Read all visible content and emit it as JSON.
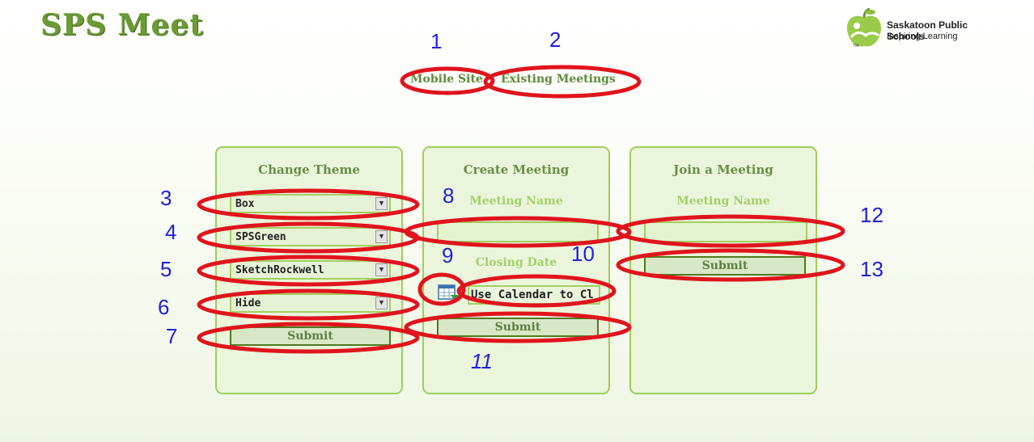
{
  "app_title": "SPS Meet",
  "logo": {
    "line1": "Saskatoon Public Schools",
    "line2": "Inspiring Learning",
    "trademark": "TM"
  },
  "nav": {
    "mobile": "Mobile Site",
    "existing": "Existing Meetings"
  },
  "theme_panel": {
    "heading": "Change Theme",
    "selects": [
      "Box",
      "SPSGreen",
      "SketchRockwell",
      "Hide"
    ],
    "submit": "Submit"
  },
  "create_panel": {
    "heading": "Create Meeting",
    "meeting_name_label": "Meeting Name",
    "meeting_name_value": "",
    "closing_date_label": "Closing Date",
    "calendar_text": "Use Calendar to Cl",
    "submit": "Submit"
  },
  "join_panel": {
    "heading": "Join a Meeting",
    "meeting_name_label": "Meeting Name",
    "meeting_name_value": "",
    "submit": "Submit"
  },
  "annotations": [
    "1",
    "2",
    "3",
    "4",
    "5",
    "6",
    "7",
    "8",
    "9",
    "10",
    "11",
    "12",
    "13"
  ],
  "colors": {
    "annotation_ring": "#e0141c",
    "annotation_number": "#1f1fe0",
    "panel_border": "#9fce5a",
    "title_green": "#6c9a34"
  }
}
